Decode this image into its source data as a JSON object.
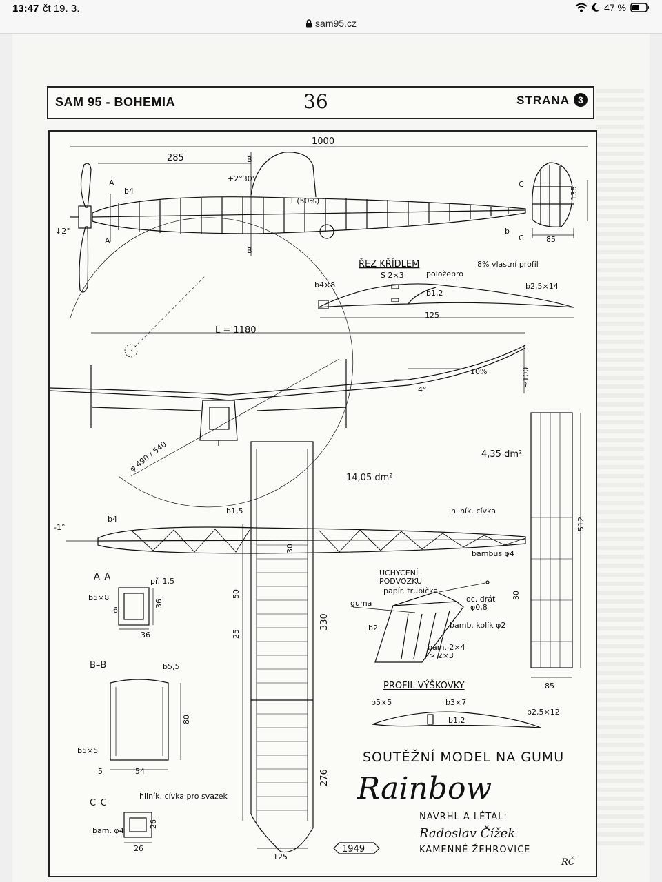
{
  "status_bar": {
    "time": "13:47",
    "date": "čt 19. 3.",
    "battery": "47 %"
  },
  "browser": {
    "url": "sam95.cz"
  },
  "header": {
    "left": "SAM 95 - BOHEMIA",
    "page_number": "36",
    "right": "STRANA",
    "badge": "3"
  },
  "dimensions": {
    "fuselage_length": "1000",
    "nose_to_wing": "285",
    "stab_height": "135",
    "stab_width": "85",
    "wing_incidence": "+2°30'",
    "thrust": "↓2°",
    "tow": "T (50%)",
    "wing_span": "L = 1180",
    "dihedral_pct": "10%",
    "dihedral_angle": "4°",
    "tip_height": "~100",
    "prop_disc": "φ 490 / 540",
    "wing_area": "14,05 dm²",
    "stab_area": "4,35 dm²",
    "thrust_side": "-1°",
    "stab_span": "512",
    "stab_rib_spacing": "30",
    "stab_chord": "85",
    "wing_root_height": "30",
    "wing_dim_50": "50",
    "wing_dim_25": "25",
    "wing_dim_330": "330",
    "wing_dim_276": "276",
    "wing_chord": "125",
    "wing_area_label": "14,05 dm²"
  },
  "section_labels": {
    "aa": "A",
    "bb": "B",
    "cc": "C",
    "b4": "b4",
    "b15": "b1,5",
    "b": "b"
  },
  "wing_section": {
    "title": "ŘEZ KŘÍDLEM",
    "spar": "S 2×3",
    "half_rib": "položebro",
    "profile": "8% vlastní profil",
    "le": "b4×8",
    "rib": "b1,2",
    "te": "b2,5×14",
    "chord": "125"
  },
  "cross_sections": {
    "aa_title": "A–A",
    "aa_wall": "př. 1,5",
    "aa_strip": "b5×8",
    "aa_w": "36",
    "aa_h": "36",
    "aa_6": "6",
    "bb_title": "B–B",
    "bb_strip": "b5,5",
    "bb_strip2": "b5×5",
    "bb_w": "54",
    "bb_h": "80",
    "bb_5": "5",
    "cc_title": "C–C",
    "cc_note": "hliník. cívka pro svazek",
    "cc_bam": "bam. φ4",
    "cc_w": "26",
    "cc_h": "26"
  },
  "rear_labels": {
    "hlinik": "hliník. cívka",
    "bambus": "bambus φ4"
  },
  "gear": {
    "title_1": "UCHYCENÍ",
    "title_2": "PODVOZKU",
    "tube": "papír. trubička",
    "rubber": "guma",
    "wire": "oc. drát",
    "wire_d": "φ0,8",
    "peg": "bamb. kolík φ2",
    "b2": "b2",
    "bam": "bam. 2×4",
    "bam2": "> 2×3"
  },
  "stab_profile": {
    "title": "PROFIL VÝŠKOVKY",
    "le": "b5×5",
    "spar": "b3×7",
    "rib": "b1,2",
    "te": "b2,5×12"
  },
  "title_block": {
    "line1": "SOUTĚŽNÍ MODEL NA GUMU",
    "model": "Rainbow",
    "designed": "NAVRHL A LÉTAL:",
    "name": "Radoslav Čížek",
    "place": "KAMENNÉ ŽEHROVICE",
    "year": "1949",
    "initials": "RČ"
  }
}
